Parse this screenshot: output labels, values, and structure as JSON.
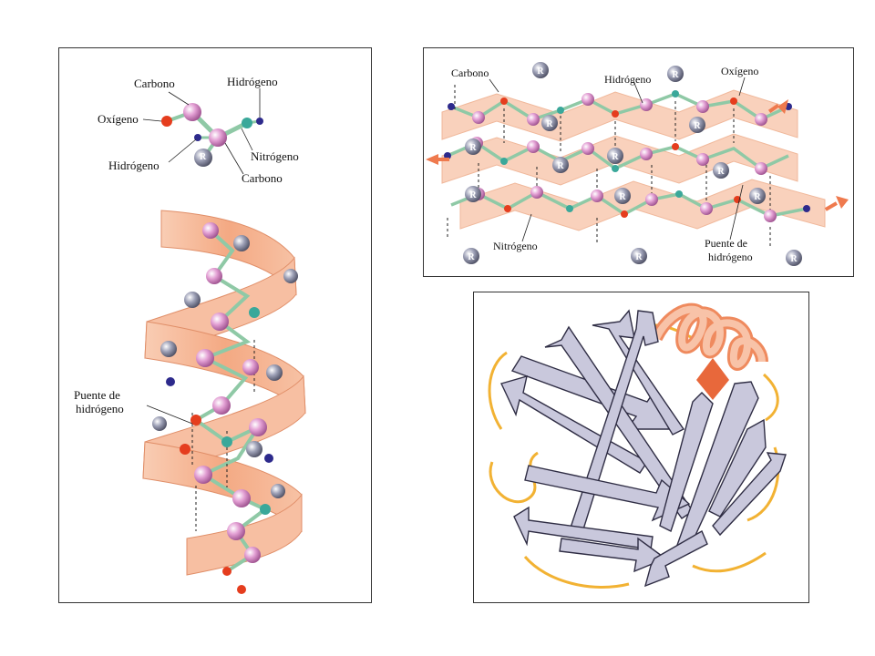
{
  "colors": {
    "ribbon": "#f6b99a",
    "ribbon_dark": "#e98c63",
    "carbon_atom": "#d98cc4",
    "nitrogen_atom": "#3aa89a",
    "oxygen_atom": "#e53d1e",
    "hydrogen_atom": "#2d2a8c",
    "r_group": "#8b8ea3",
    "strand": "#c9c8dc",
    "loop": "#f2b233",
    "arrow": "#ef7a4e"
  },
  "helix_panel": {
    "residue_labels": {
      "carbono_top": "Carbono",
      "hidrogeno_top": "Hidrógeno",
      "oxigeno": "Oxígeno",
      "nitrogeno": "Nitrógeno",
      "hidrogeno_left": "Hidrógeno",
      "r": "R",
      "carbono_bottom": "Carbono"
    },
    "hbond_label_line1": "Puente de",
    "hbond_label_line2": "hidrógeno"
  },
  "sheet_panel": {
    "carbono": "Carbono",
    "hidrogeno": "Hidrógeno",
    "oxigeno": "Oxígeno",
    "nitrogeno": "Nitrógeno",
    "hbond_line1": "Puente de",
    "hbond_line2": "hidrógeno",
    "r": "R"
  }
}
